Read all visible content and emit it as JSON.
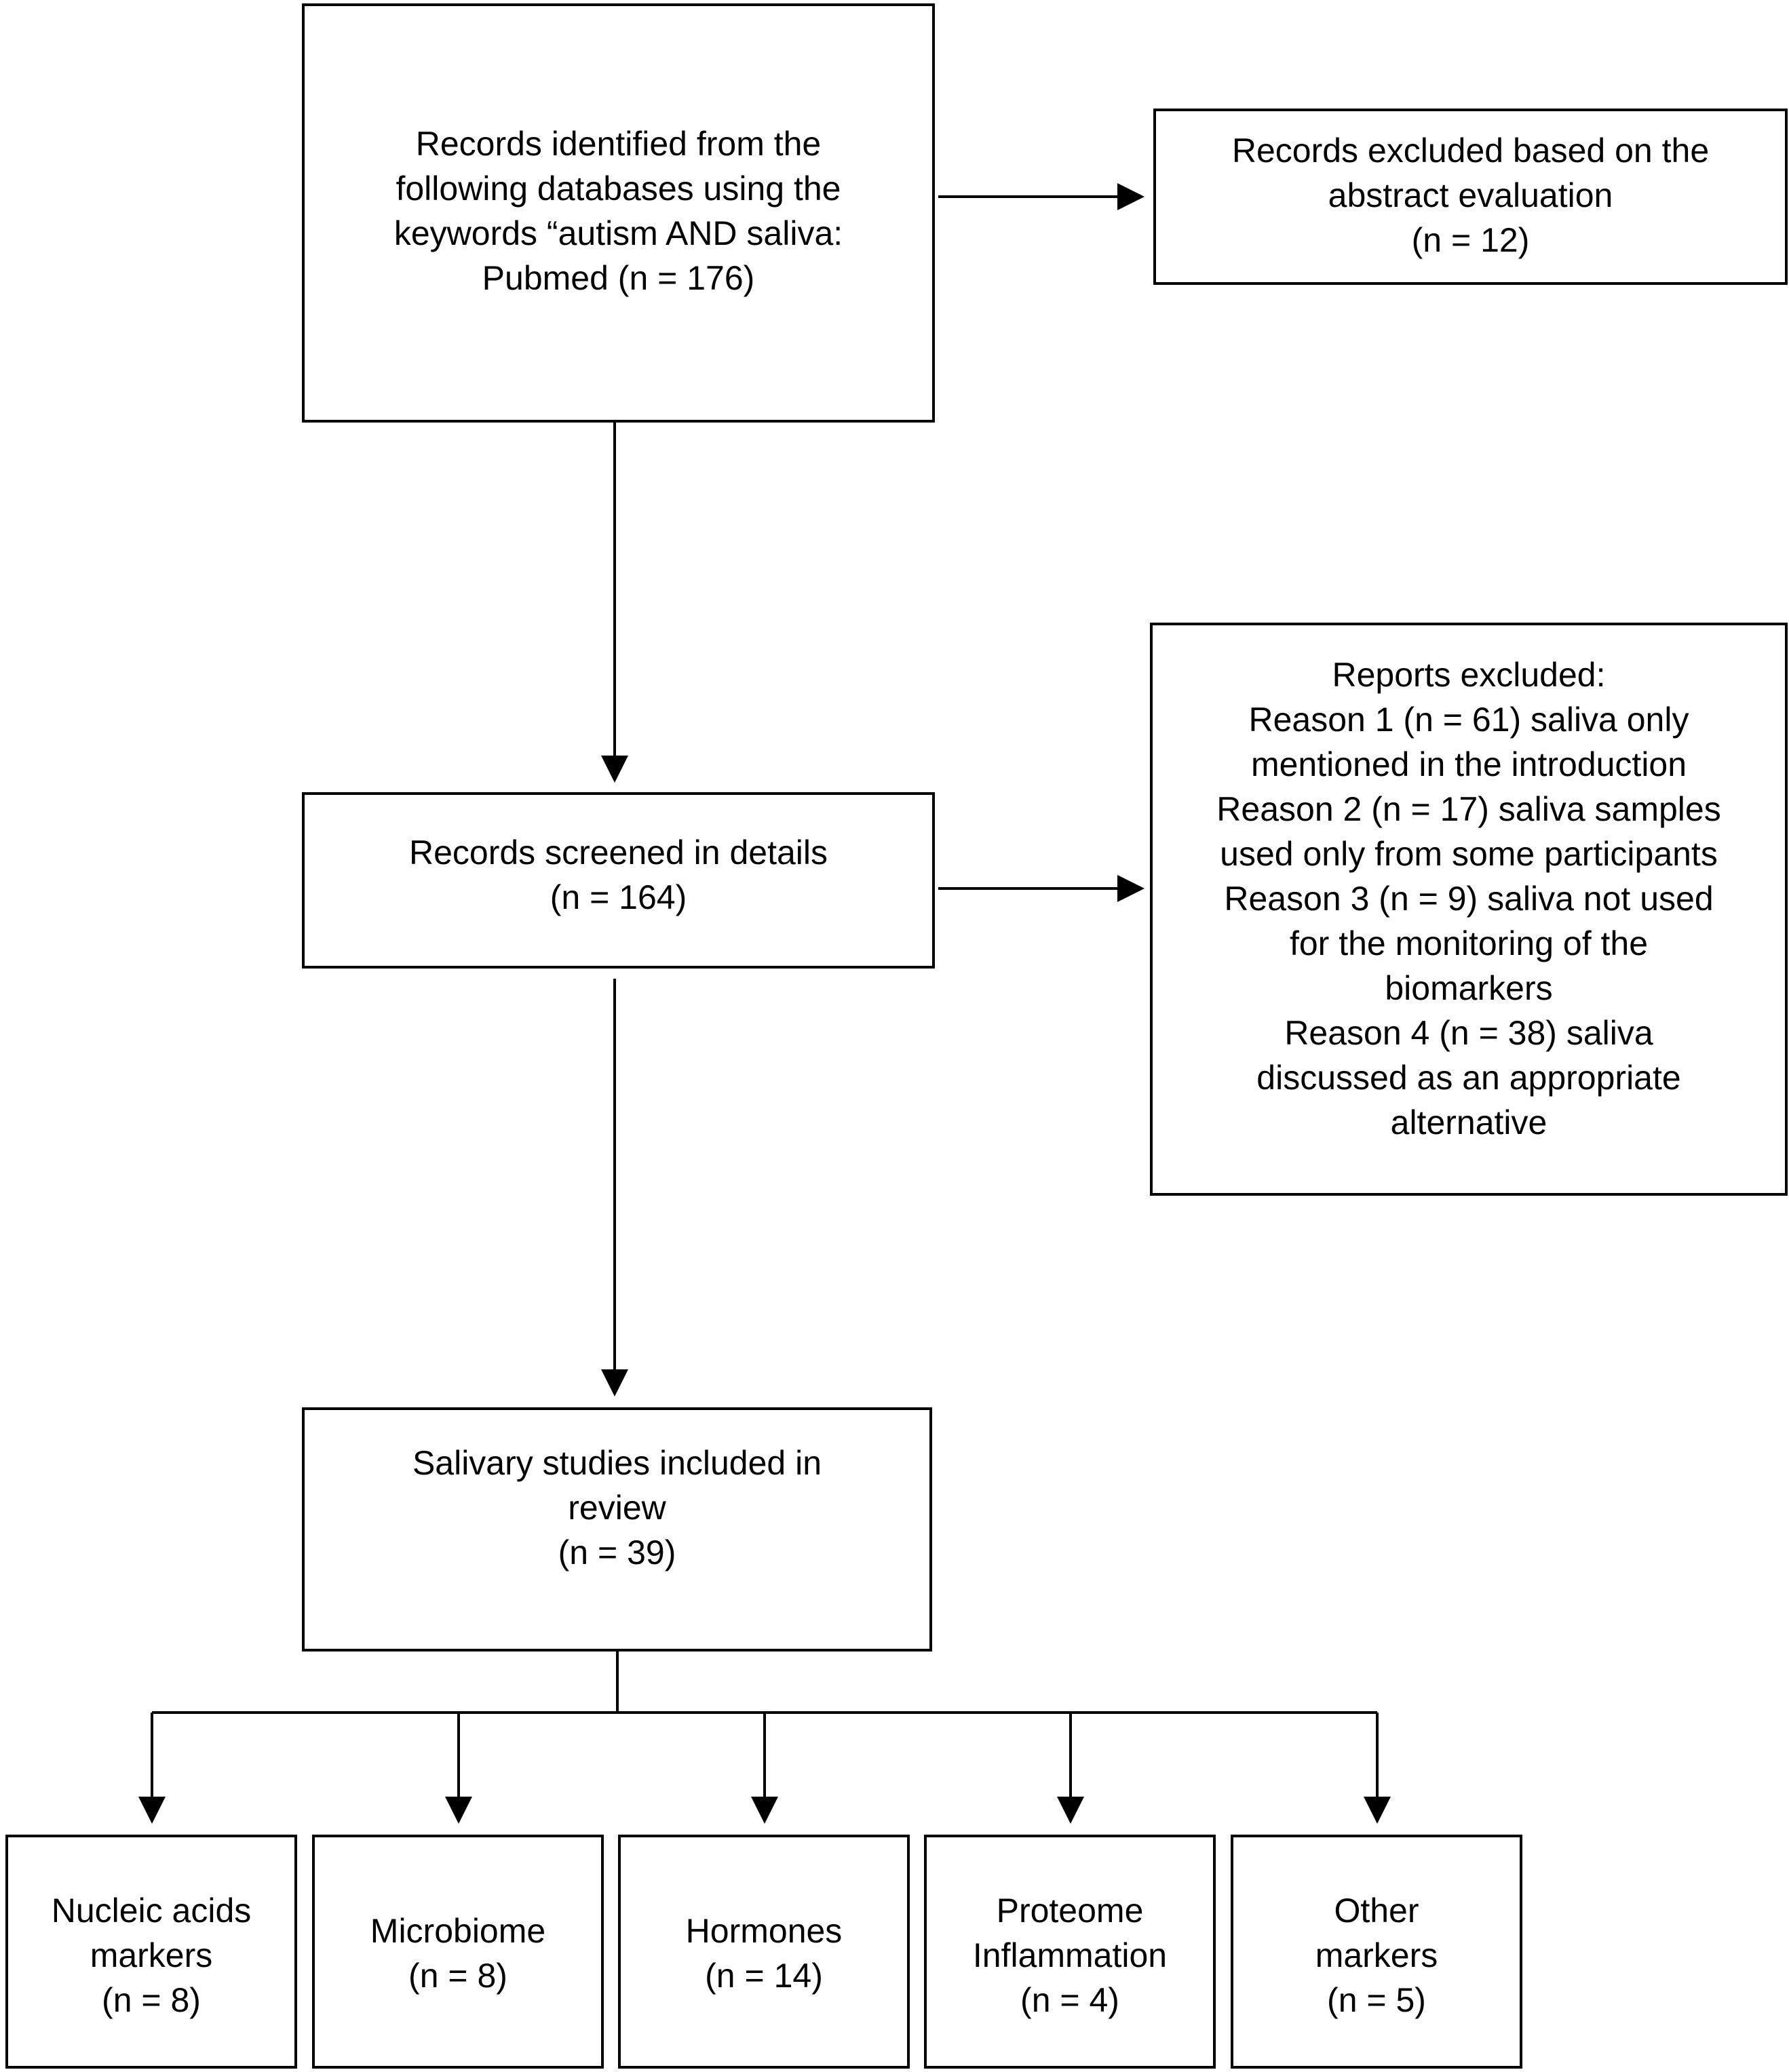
{
  "boxes": {
    "identified": {
      "lines": [
        "Records identified from the",
        "following databases using the",
        "keywords “autism AND saliva:",
        "Pubmed (n = 176)"
      ]
    },
    "excluded_abstract": {
      "lines": [
        "Records excluded based on the",
        "abstract evaluation",
        "(n = 12)"
      ]
    },
    "screened": {
      "lines": [
        "Records screened in details",
        "(n = 164)"
      ]
    },
    "reports_excluded": {
      "lines": [
        "Reports excluded:",
        "Reason 1 (n = 61) saliva only",
        "mentioned in the introduction",
        "Reason 2 (n = 17) saliva samples",
        "used only from some participants",
        "Reason 3 (n = 9) saliva not used",
        "for the monitoring of the",
        "biomarkers",
        "Reason 4 (n = 38) saliva",
        "discussed as an appropriate",
        "alternative"
      ]
    },
    "included": {
      "lines": [
        "Salivary studies included in",
        "review",
        "(n = 39)"
      ]
    },
    "categories": [
      {
        "lines": [
          "Nucleic acids",
          "markers",
          "(n = 8)"
        ]
      },
      {
        "lines": [
          "Microbiome",
          "(n = 8)"
        ]
      },
      {
        "lines": [
          "Hormones",
          "(n = 14)"
        ]
      },
      {
        "lines": [
          "Proteome",
          "Inflammation",
          "(n = 4)"
        ]
      },
      {
        "lines": [
          "Other",
          "markers",
          "(n = 5)"
        ]
      }
    ]
  }
}
